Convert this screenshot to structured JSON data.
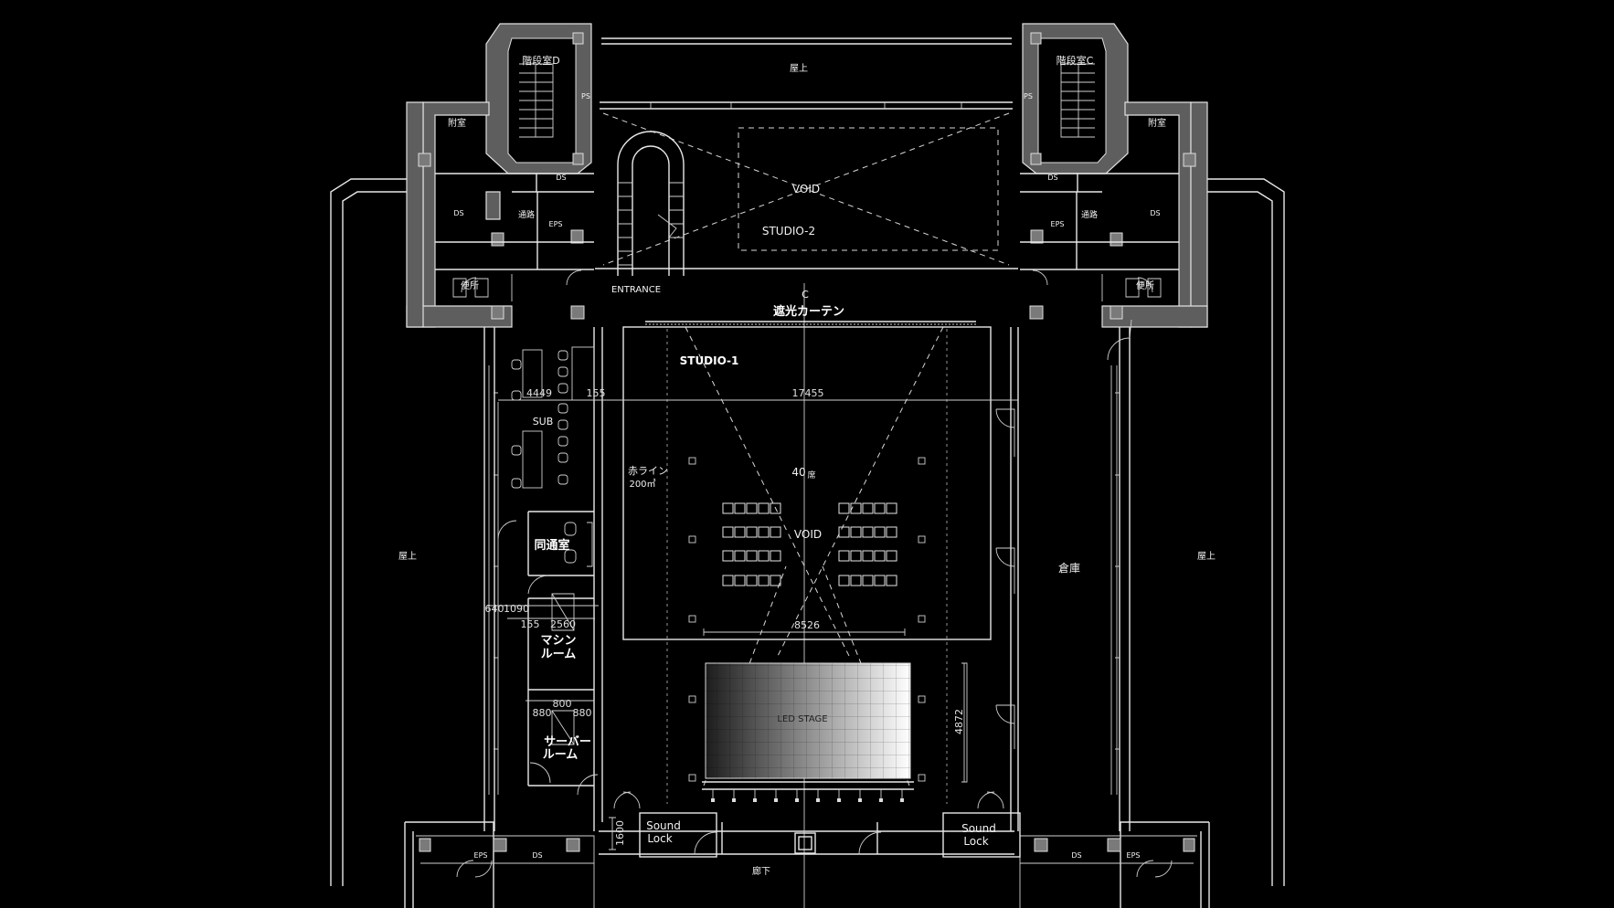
{
  "labels": {
    "roof_top": "屋上",
    "roof_left": "屋上",
    "roof_right": "屋上",
    "stair_d": "階段室D",
    "stair_c": "階段室C",
    "ps_left": "PS",
    "ps_right": "PS",
    "annex_left": "附室",
    "annex_right": "附室",
    "ds_left_top": "DS",
    "ds_left_mid": "DS",
    "ds_right_top": "DS",
    "ds_right_mid": "DS",
    "eps_left": "EPS",
    "eps_right": "EPS",
    "corridor_left": "通路",
    "corridor_right": "通路",
    "toilet_left": "便所",
    "toilet_right": "便所",
    "void_top": "VOID",
    "studio2": "STUDIO-2",
    "entrance": "ENTRANCE",
    "cl_mark": "C",
    "blackout_curtain": "遮光カーテン",
    "studio1": "STUDIO-1",
    "sub": "SUB",
    "red_line": "赤ライン",
    "area": "200㎡",
    "seats": "40",
    "seats_unit": "席",
    "void_center": "VOID",
    "comm_room": "同通室",
    "machine_room_1": "マシン",
    "machine_room_2": "ルーム",
    "server_room_1": "サーバー",
    "server_room_2": "ルーム",
    "storage": "倉庫",
    "led_stage": "LED STAGE",
    "sound_lock_l1": "Sound",
    "sound_lock_l2": "Lock",
    "sound_lock_r1": "Sound",
    "sound_lock_r2": "Lock",
    "hallway": "廊下",
    "eps_bottom_left": "EPS",
    "ds_bottom_left": "DS",
    "ds_bottom_right": "DS",
    "eps_bottom_right": "EPS"
  },
  "dimensions": {
    "d4449": "4449",
    "d155a": "155",
    "d17455": "17455",
    "d640": "640",
    "d1090": "1090",
    "d155b": "155",
    "d2560": "2560",
    "d8526": "8526",
    "d880a": "880",
    "d800": "800",
    "d880b": "880",
    "d4872": "4872",
    "d1600": "1600"
  },
  "colors": {
    "background": "#000000",
    "lines": "#e8e8e8",
    "core": "#5e5e5e"
  }
}
